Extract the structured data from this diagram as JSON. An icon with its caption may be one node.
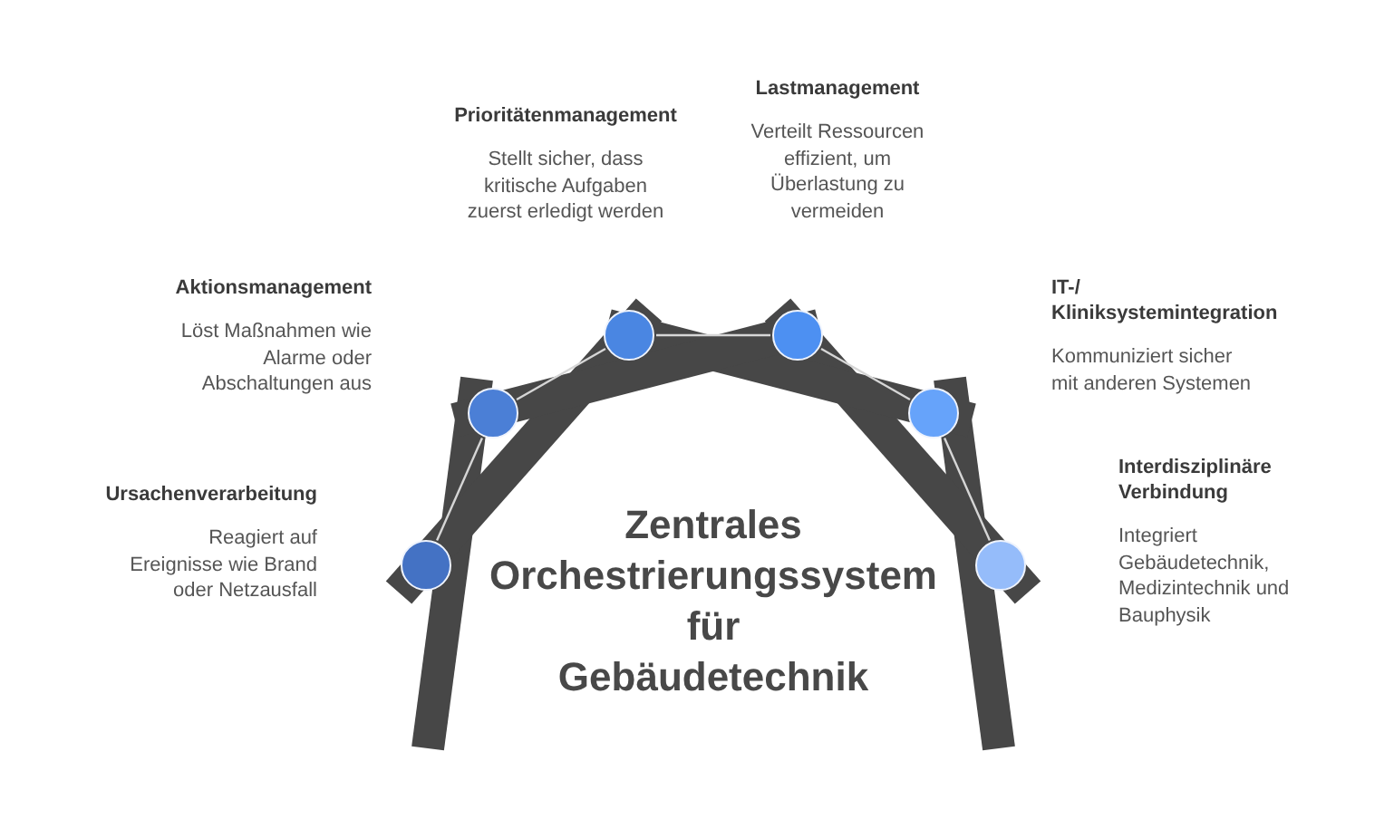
{
  "diagram": {
    "title": "Zentrales Orchestrierungssystem für Gebäudetechnik",
    "nodes": [
      {
        "text": [],
        "shape": "circle",
        "beside": [
          "Ursachenverarbeitung",
          "Reagiert auf Ereignisse wie Brand oder Netzausfall"
        ]
      },
      {
        "text": [],
        "shape": "circle",
        "beside": [
          "Aktionsmanagement",
          "Löst Maßnahmen wie Alarme oder Abschaltungen aus"
        ]
      },
      {
        "text": [],
        "shape": "circle",
        "beside": [
          "Prioritätenmanagement",
          "Stellt sicher, dass kritische Aufgaben zuerst erledigt werden"
        ]
      },
      {
        "text": [],
        "shape": "circle",
        "beside": [
          "Lastmanagement",
          "Verteilt Ressourcen effizient, um Überlastung zu vermeiden"
        ]
      },
      {
        "text": [],
        "shape": "circle",
        "beside": [
          "IT-/ Kliniksystemintegration",
          "Kommuniziert sicher mit anderen Systemen"
        ]
      },
      {
        "text": [],
        "shape": "circle",
        "beside": [
          "Interdisziplinäre Verbindung",
          "Integriert Gebäudetechnik, Medizintechnik und Bauphysik"
        ]
      }
    ],
    "edges": [
      {
        "from": 0,
        "to": 1,
        "arrow": "none"
      },
      {
        "from": 1,
        "to": 2,
        "arrow": "none"
      },
      {
        "from": 2,
        "to": 3,
        "arrow": "none"
      },
      {
        "from": 3,
        "to": 4,
        "arrow": "none"
      },
      {
        "from": 4,
        "to": 5,
        "arrow": "none"
      }
    ]
  }
}
